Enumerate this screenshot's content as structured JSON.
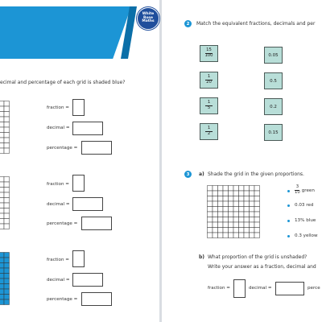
{
  "logo": {
    "line1": "White",
    "line2": "Rose",
    "line3": "Maths"
  },
  "left": {
    "question": "ecimal and percentage of each grid is shaded blue?",
    "grids": [
      {
        "fraction_label": "fraction =",
        "decimal_label": "decimal =",
        "percentage_label": "percentage =",
        "shaded": false
      },
      {
        "fraction_label": "fraction =",
        "decimal_label": "decimal =",
        "percentage_label": "percentage =",
        "shaded": false
      },
      {
        "fraction_label": "fraction =",
        "decimal_label": "decimal =",
        "percentage_label": "percentage =",
        "shaded": true
      }
    ],
    "colors": {
      "banner": "#1c95d5",
      "shaded": "#1c95d5"
    }
  },
  "right": {
    "q2": {
      "number": "2",
      "text": "Match the equivalent fractions, decimals and per",
      "fractions": [
        {
          "num": "15",
          "den": "100"
        },
        {
          "num": "1",
          "den": "20"
        },
        {
          "num": "1",
          "den": "5"
        },
        {
          "num": "1",
          "den": "2"
        }
      ],
      "decimals": [
        "0.05",
        "0.5",
        "0.2",
        "0.15"
      ]
    },
    "q3": {
      "number": "3",
      "part_a": "a)",
      "text_a": "Shade the grid in the given proportions.",
      "proportions": [
        {
          "type": "fraction",
          "num": "3",
          "den": "10",
          "suffix": "green"
        },
        {
          "type": "text",
          "text": "0.03 red"
        },
        {
          "type": "text",
          "text": "13% blue"
        },
        {
          "type": "text",
          "text": "0.3 yellow"
        }
      ],
      "part_b": "b)",
      "text_b1": "What proportion of the grid is unshaded?",
      "text_b2": "Write your answer as a fraction, decimal and",
      "fraction_label": "fraction =",
      "decimal_label": "decimal =",
      "percentage_label": "perce"
    },
    "colors": {
      "card": "#b8ded8",
      "qnum": "#1c95d5"
    }
  }
}
